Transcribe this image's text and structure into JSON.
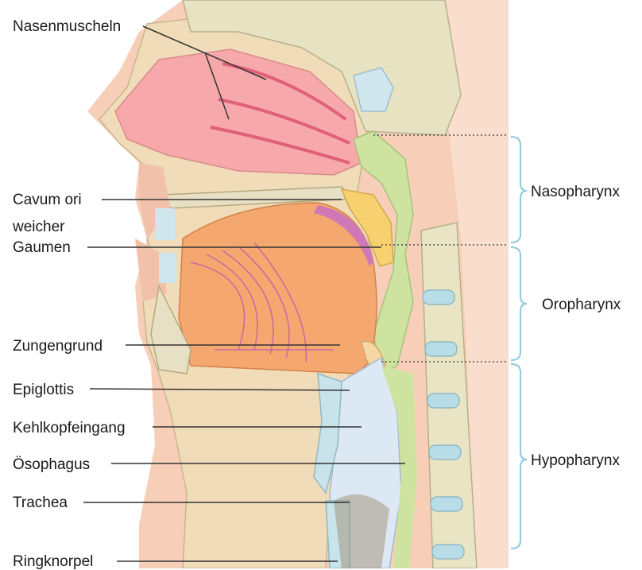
{
  "labels": {
    "nasenmuscheln": "Nasenmuscheln",
    "cavum_ori": "Cavum ori",
    "weicher": "weicher",
    "gaumen": "Gaumen",
    "zungengrund": "Zungengrund",
    "epiglottis": "Epiglottis",
    "kehlkopfeingang": "Kehlkopfeingang",
    "oesophagus": "Ösophagus",
    "trachea": "Trachea",
    "ringknorpel": "Ringknorpel"
  },
  "regions": {
    "nasopharynx": "Nasopharynx",
    "oropharynx": "Oropharynx",
    "hypopharynx": "Hypopharynx"
  },
  "colors": {
    "skin": "#f6c8b0",
    "tissue": "#efd9b3",
    "nasal": "#f4a7a9",
    "tongue": "#f3a56f",
    "pharynx": "#cfe3a5",
    "airway": "#dde8f5",
    "bracket": "#8ec9dc",
    "vertebra": "#b9dde6",
    "line": "#333333"
  }
}
